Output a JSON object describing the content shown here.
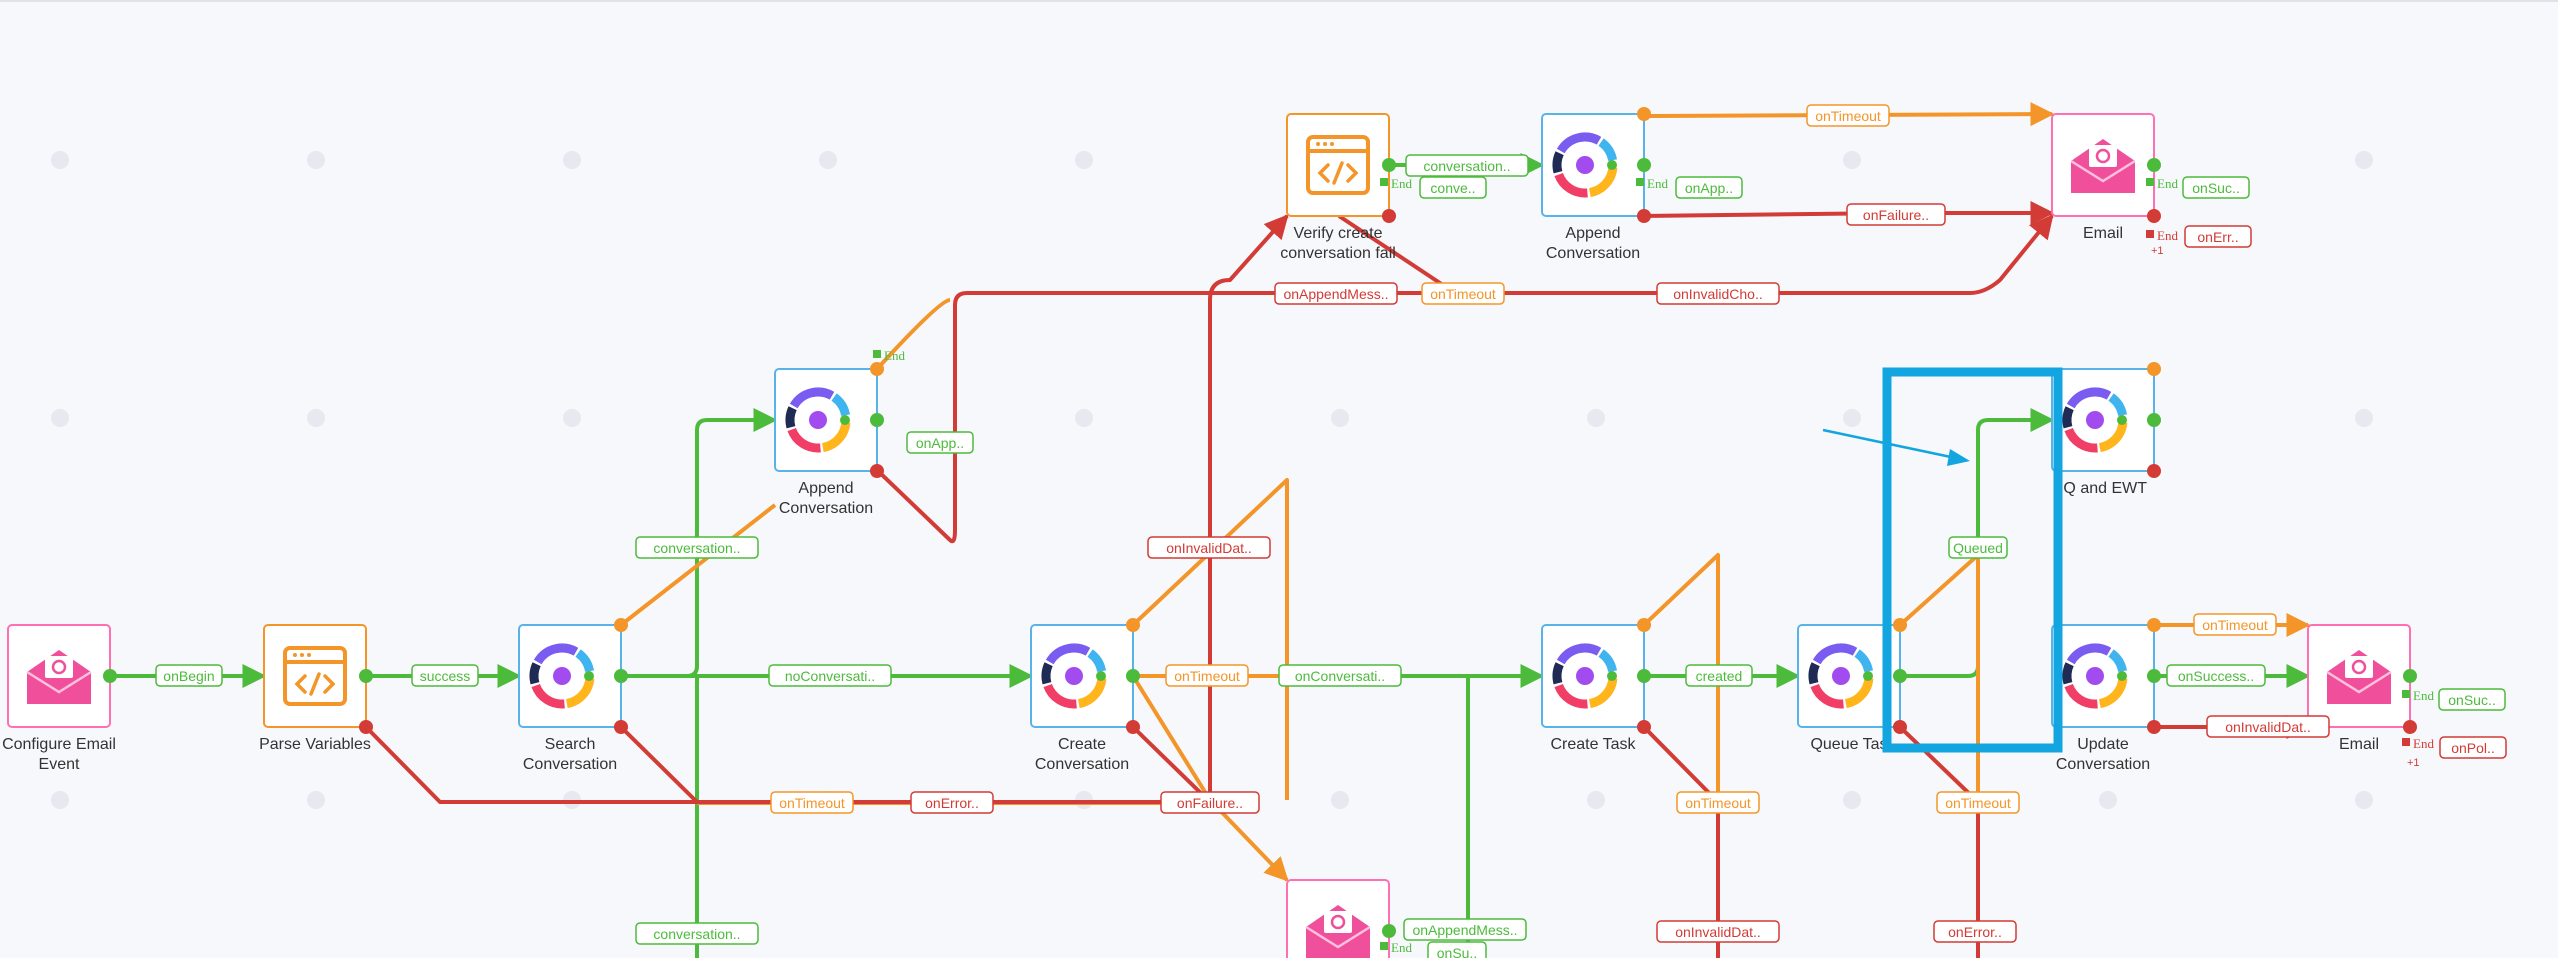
{
  "colors": {
    "success": "#4cbb3c",
    "error": "#d23b36",
    "timeout": "#f39528",
    "pink": "#f0509b",
    "pinkBorder": "#ff6fb3",
    "orange": "#f39528",
    "blue": "#58b4e8",
    "highlight": "#12a5e0",
    "dot": "#e6e9ef"
  },
  "nodes": [
    {
      "id": "configure",
      "type": "email",
      "name": "Configure Email\nEvent"
    },
    {
      "id": "parse",
      "type": "script",
      "name": "Parse Variables"
    },
    {
      "id": "search",
      "type": "flow",
      "name": "Search\nConversation"
    },
    {
      "id": "append1",
      "type": "flow",
      "name": "Append\nConversation"
    },
    {
      "id": "create",
      "type": "flow",
      "name": "Create\nConversation"
    },
    {
      "id": "verify",
      "type": "script",
      "name": "Verify create\nconversation fail"
    },
    {
      "id": "append2",
      "type": "flow",
      "name": "Append\nConversation"
    },
    {
      "id": "email1",
      "type": "email",
      "name": "Email"
    },
    {
      "id": "email3",
      "type": "email",
      "name": ""
    },
    {
      "id": "createtask",
      "type": "flow",
      "name": "Create Task"
    },
    {
      "id": "queue",
      "type": "flow",
      "name": "Queue Tas"
    },
    {
      "id": "iq",
      "type": "flow",
      "name": "IQ and EWT"
    },
    {
      "id": "update",
      "type": "flow",
      "name": "Update\nConversation"
    },
    {
      "id": "email2",
      "type": "email",
      "name": "Email"
    }
  ],
  "labels": [
    {
      "text": "onBegin",
      "color": "success"
    },
    {
      "text": "success",
      "color": "success"
    },
    {
      "text": "noConversati..",
      "color": "success"
    },
    {
      "text": "conversation..",
      "color": "success"
    },
    {
      "text": "conversation..",
      "color": "success"
    },
    {
      "text": "onApp..",
      "color": "success"
    },
    {
      "text": "conversation..",
      "color": "success"
    },
    {
      "text": "conve..",
      "color": "success"
    },
    {
      "text": "onApp..",
      "color": "success"
    },
    {
      "text": "onSuc..",
      "color": "success"
    },
    {
      "text": "onConversati..",
      "color": "success"
    },
    {
      "text": "created",
      "color": "success"
    },
    {
      "text": "Queued",
      "color": "success"
    },
    {
      "text": "onSuccess..",
      "color": "success"
    },
    {
      "text": "onSuc..",
      "color": "success"
    },
    {
      "text": "onAppendMess..",
      "color": "success"
    },
    {
      "text": "onSu..",
      "color": "success"
    },
    {
      "text": "onTimeout",
      "color": "timeout"
    },
    {
      "text": "onTimeout",
      "color": "timeout"
    },
    {
      "text": "onTimeout",
      "color": "timeout"
    },
    {
      "text": "onTimeout",
      "color": "timeout"
    },
    {
      "text": "onTimeout",
      "color": "timeout"
    },
    {
      "text": "onTimeout",
      "color": "timeout"
    },
    {
      "text": "onTimeout",
      "color": "timeout"
    },
    {
      "text": "onFailure..",
      "color": "error"
    },
    {
      "text": "onAppendMess..",
      "color": "error"
    },
    {
      "text": "onInvalidCho..",
      "color": "error"
    },
    {
      "text": "onErr..",
      "color": "error"
    },
    {
      "text": "onInvalidDat..",
      "color": "error"
    },
    {
      "text": "onError..",
      "color": "error"
    },
    {
      "text": "onFailure..",
      "color": "error"
    },
    {
      "text": "onInvalidDat..",
      "color": "error"
    },
    {
      "text": "onInvalidDat..",
      "color": "error"
    },
    {
      "text": "onError..",
      "color": "error"
    },
    {
      "text": "onPol..",
      "color": "error"
    }
  ],
  "end_marker": "End",
  "plus_one": "+1"
}
